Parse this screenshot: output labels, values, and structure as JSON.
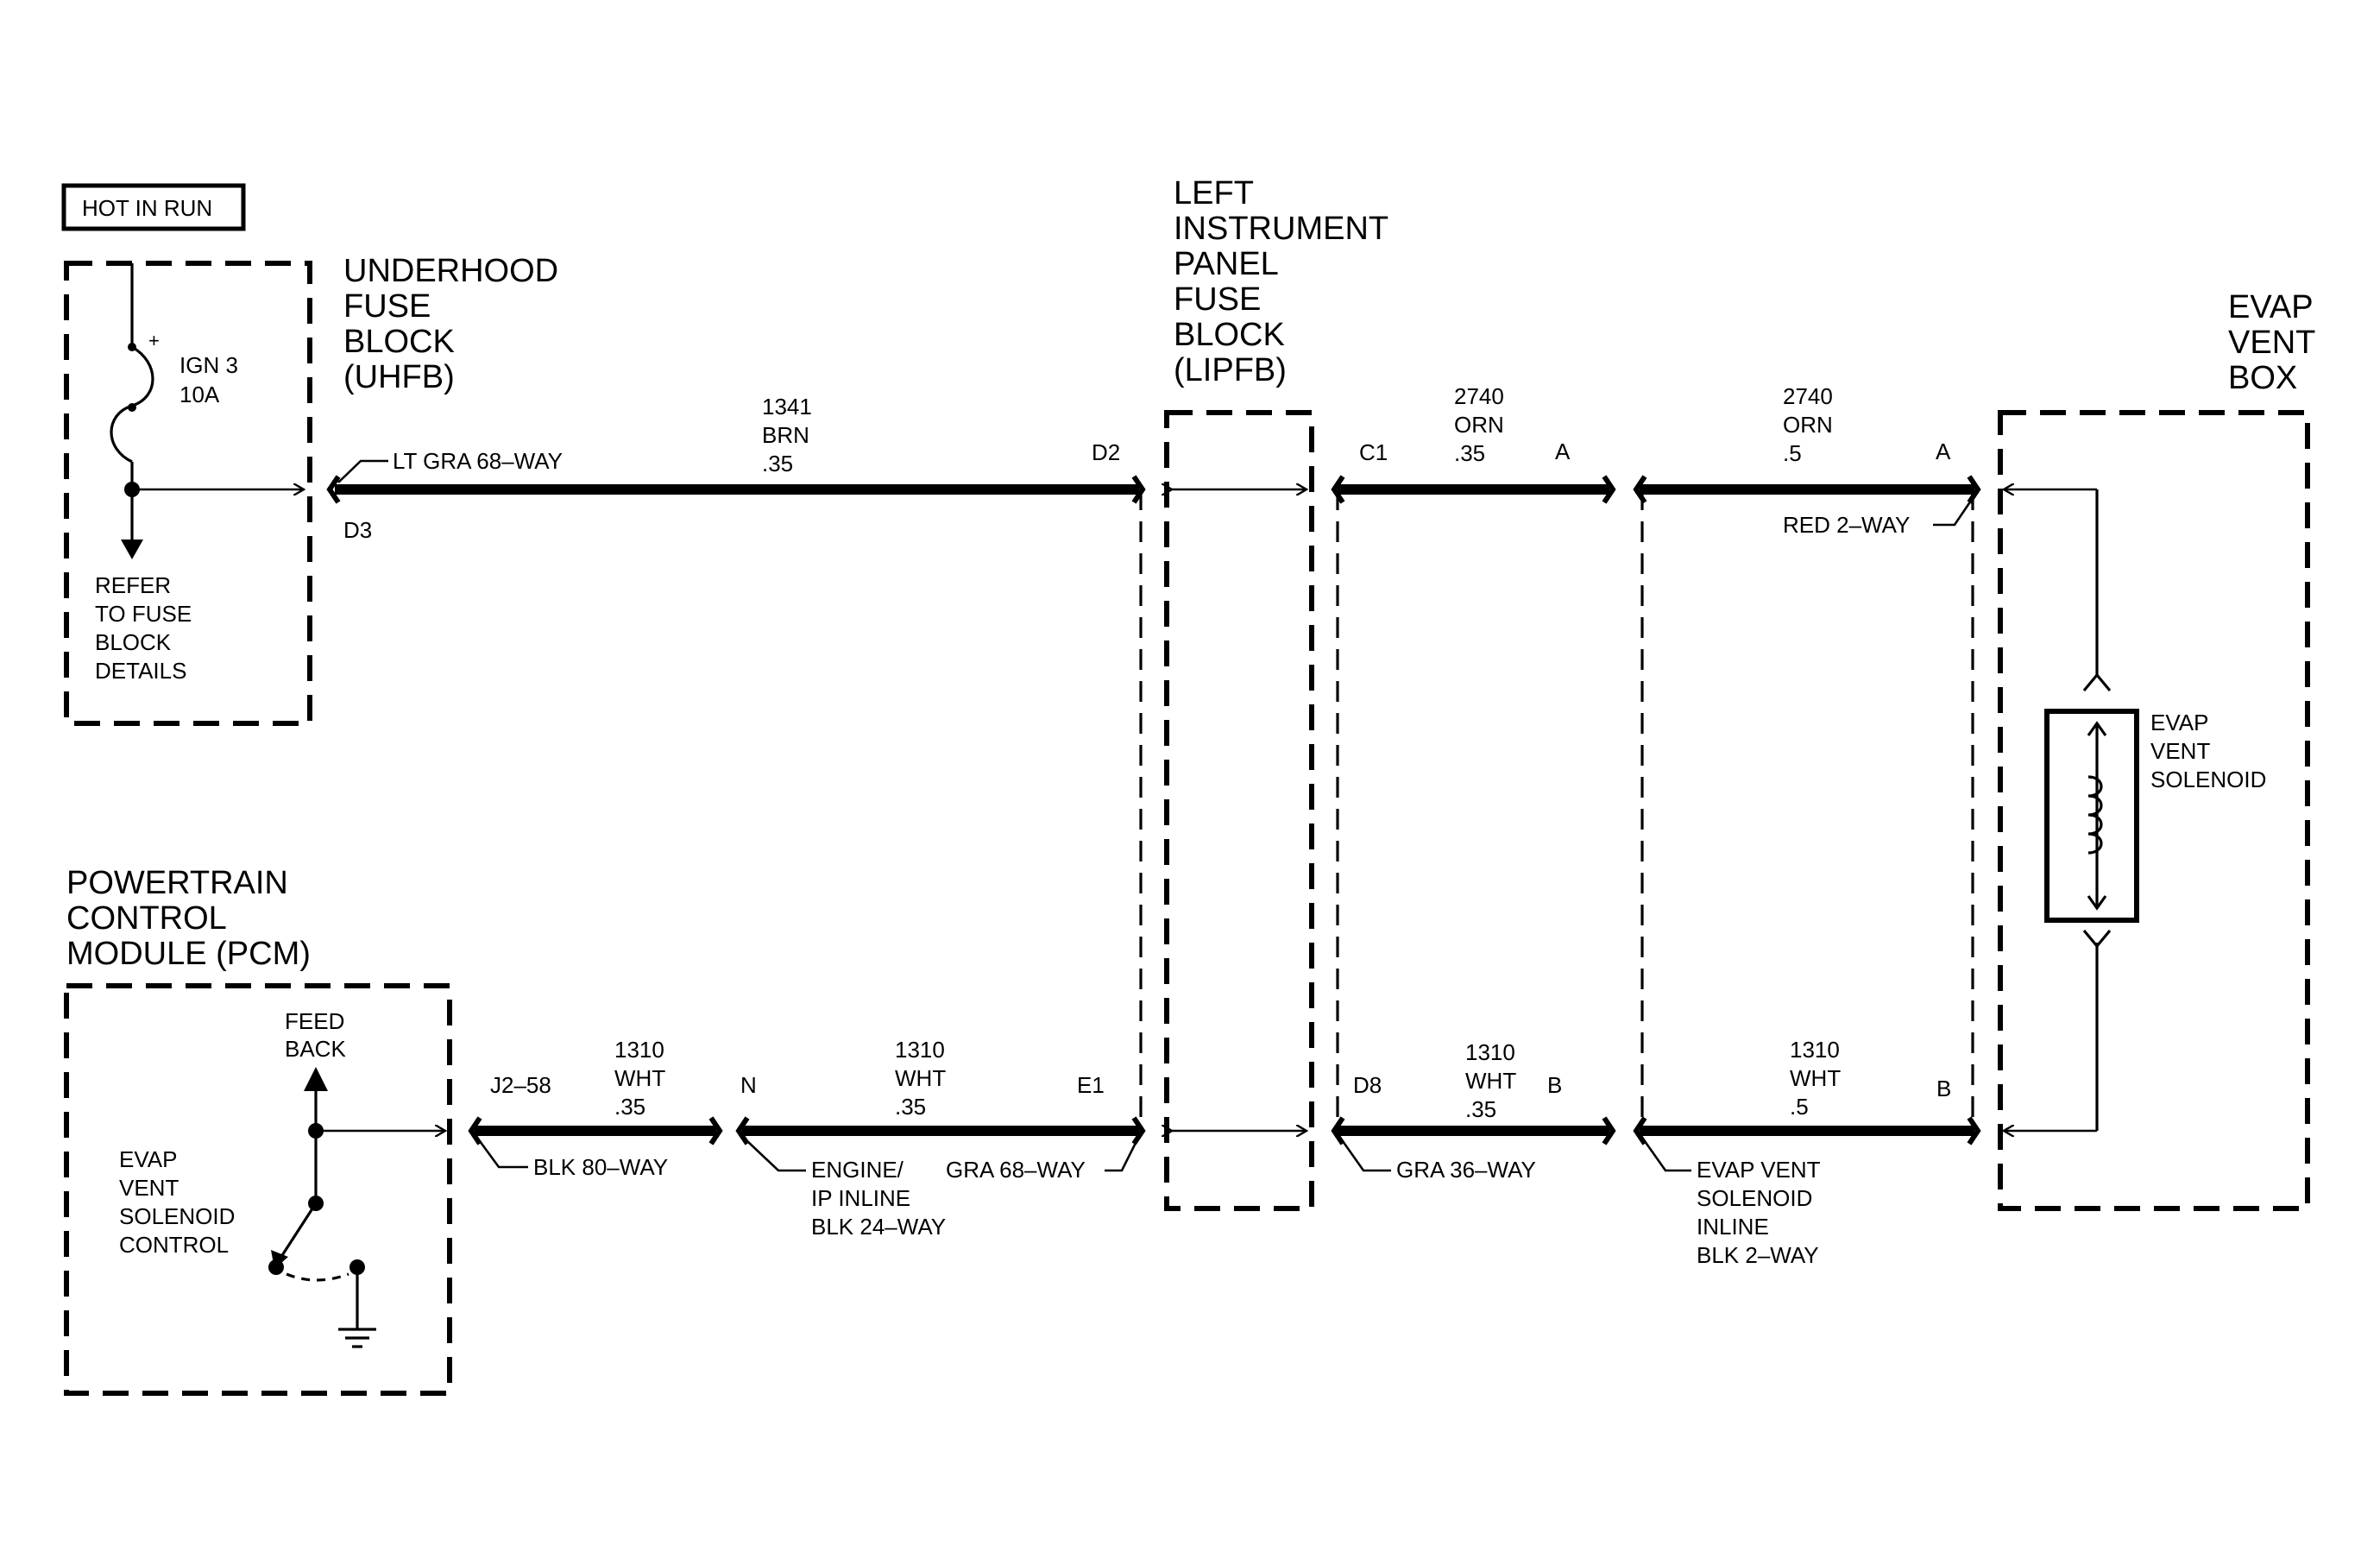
{
  "hot_in_run": "HOT IN RUN",
  "uhfb": {
    "title_lines": [
      "UNDERHOOD",
      "FUSE",
      "BLOCK",
      "(UHFB)"
    ],
    "fuse_name": "IGN 3",
    "fuse_rating": "10A",
    "plus_sign": "+",
    "refer_lines": [
      "REFER",
      "TO FUSE",
      "BLOCK",
      "DETAILS"
    ],
    "connector": "LT GRA 68–WAY",
    "pin": "D3"
  },
  "lipfb": {
    "title_lines": [
      "LEFT",
      "INSTRUMENT",
      "PANEL",
      "FUSE",
      "BLOCK",
      "(LIPFB)"
    ],
    "pin_top_in": "D2",
    "pin_top_out": "C1",
    "pin_bot_in": "E1",
    "pin_bot_out": "D8",
    "connector_in": "GRA 68–WAY",
    "connector_out": "GRA 36–WAY"
  },
  "evap_box": {
    "title_lines": [
      "EVAP",
      "VENT",
      "BOX"
    ],
    "solenoid_lines": [
      "EVAP",
      "VENT",
      "SOLENOID"
    ],
    "pin_top": "A",
    "pin_bot": "B",
    "connector": "RED 2–WAY"
  },
  "pcm": {
    "title_lines": [
      "POWERTRAIN",
      "CONTROL",
      "MODULE (PCM)"
    ],
    "feedback_lines": [
      "FEED",
      "BACK"
    ],
    "control_lines": [
      "EVAP",
      "VENT",
      "SOLENOID",
      "CONTROL"
    ],
    "pin": "J2–58",
    "connector": "BLK 80–WAY"
  },
  "engine_inline": {
    "pin": "N",
    "connector_lines": [
      "ENGINE/",
      "IP INLINE",
      "BLK 24–WAY"
    ]
  },
  "evap_inline": {
    "pin_top": "A",
    "pin_bot": "B",
    "connector_lines": [
      "EVAP VENT",
      "SOLENOID",
      "INLINE",
      "BLK 2–WAY"
    ]
  },
  "wires": {
    "w1341": [
      "1341",
      "BRN",
      ".35"
    ],
    "w2740a": [
      "2740",
      "ORN",
      ".35"
    ],
    "w2740b": [
      "2740",
      "ORN",
      ".5"
    ],
    "w1310a": [
      "1310",
      "WHT",
      ".35"
    ],
    "w1310b": [
      "1310",
      "WHT",
      ".35"
    ],
    "w1310c": [
      "1310",
      "WHT",
      ".35"
    ],
    "w1310d": [
      "1310",
      "WHT",
      ".5"
    ]
  }
}
